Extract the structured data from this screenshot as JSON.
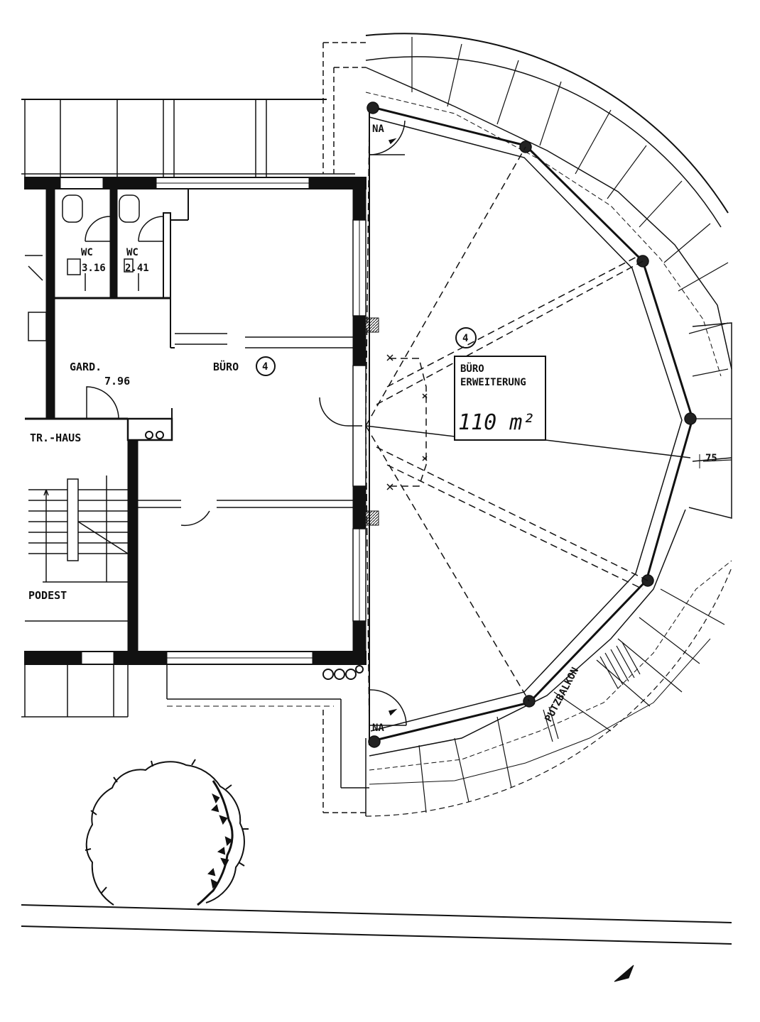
{
  "colors": {
    "ink": "#111111",
    "paper": "#ffffff",
    "handwriting": "#1f2f7a"
  },
  "labels": {
    "wc1": "WC",
    "wc1_area": "3.16",
    "wc2": "WC",
    "wc2_area": "2.41",
    "gard": "GARD.",
    "gard_area": "7.96",
    "buero": "BÜRO",
    "buero_num": "4",
    "tr_haus": "TR.-HAUS",
    "podest": "PODEST",
    "na_top": "NA",
    "na_bottom": "NA",
    "ext_num": "4",
    "ext_line1": "BÜRO",
    "ext_line2": "ERWEITERUNG",
    "ext_area": "110 m²",
    "dim_75": "75",
    "putzbalkon": "PUTZBALKON"
  },
  "icons": [
    "north-arrow-icon",
    "tree-symbol-icon",
    "door-swing-icon",
    "column-icon"
  ]
}
